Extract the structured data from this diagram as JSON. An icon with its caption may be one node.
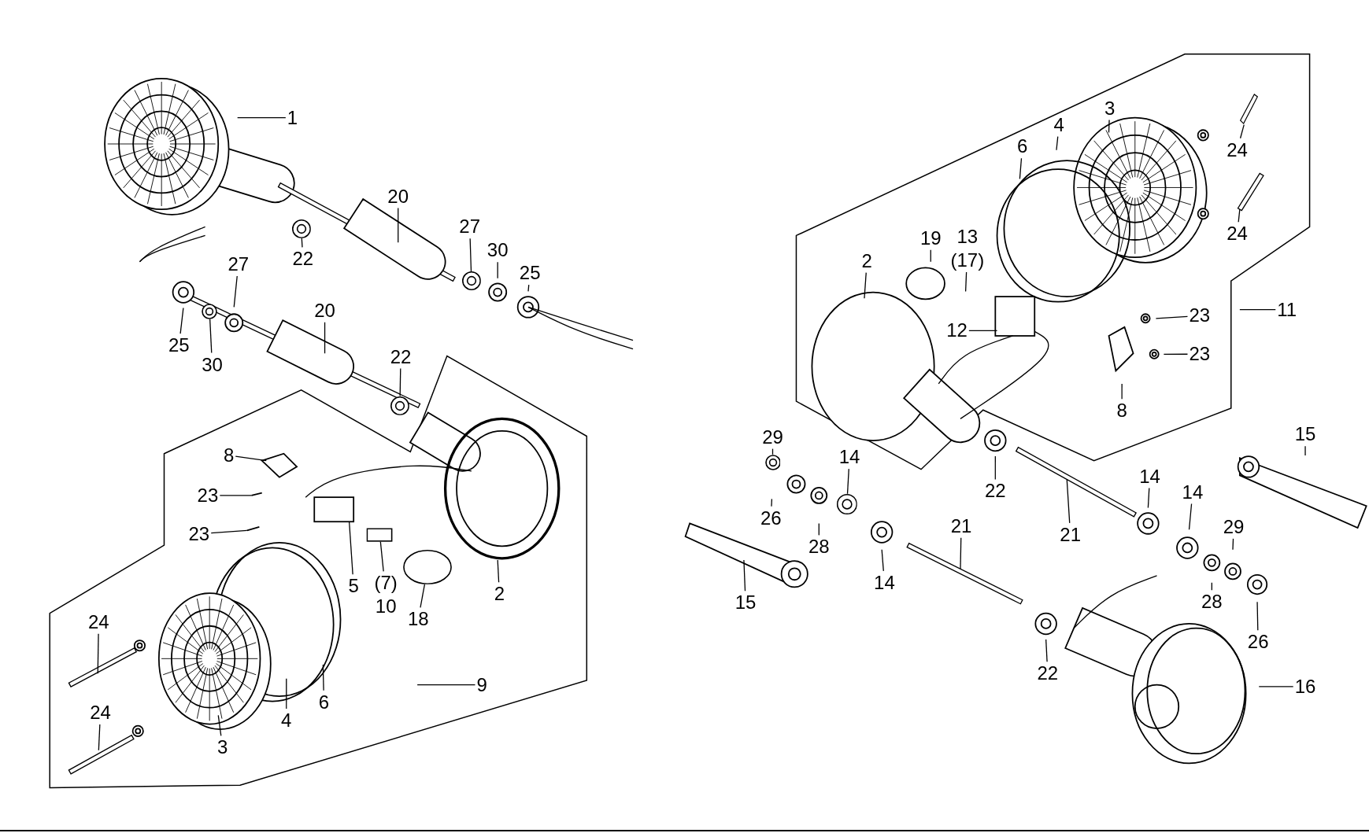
{
  "diagram": {
    "nodes": [
      {
        "text": [
          "1"
        ]
      },
      {
        "text": [
          "22"
        ]
      },
      {
        "text": [
          "20"
        ]
      },
      {
        "text": [
          "27"
        ]
      },
      {
        "text": [
          "30"
        ]
      },
      {
        "text": [
          "25"
        ]
      },
      {
        "text": [
          "27"
        ]
      },
      {
        "text": [
          "25"
        ]
      },
      {
        "text": [
          "30"
        ]
      },
      {
        "text": [
          "20"
        ]
      },
      {
        "text": [
          "22"
        ]
      },
      {
        "text": [
          "8"
        ]
      },
      {
        "text": [
          "23"
        ]
      },
      {
        "text": [
          "23"
        ]
      },
      {
        "text": [
          "5"
        ]
      },
      {
        "text": [
          "(7)",
          "10"
        ]
      },
      {
        "text": [
          "18"
        ]
      },
      {
        "text": [
          "2"
        ]
      },
      {
        "text": [
          "24"
        ]
      },
      {
        "text": [
          "24"
        ]
      },
      {
        "text": [
          "3"
        ]
      },
      {
        "text": [
          "4"
        ]
      },
      {
        "text": [
          "6"
        ]
      },
      {
        "text": [
          "9"
        ]
      },
      {
        "text": [
          "3"
        ]
      },
      {
        "text": [
          "4"
        ]
      },
      {
        "text": [
          "6"
        ]
      },
      {
        "text": [
          "19"
        ]
      },
      {
        "text": [
          "13",
          "(17)"
        ]
      },
      {
        "text": [
          "2"
        ]
      },
      {
        "text": [
          "12"
        ]
      },
      {
        "text": [
          "24"
        ]
      },
      {
        "text": [
          "24"
        ]
      },
      {
        "text": [
          "23"
        ]
      },
      {
        "text": [
          "23"
        ]
      },
      {
        "text": [
          "11"
        ]
      },
      {
        "text": [
          "8"
        ]
      },
      {
        "text": [
          "22"
        ]
      },
      {
        "text": [
          "29"
        ]
      },
      {
        "text": [
          "14"
        ]
      },
      {
        "text": [
          "26"
        ]
      },
      {
        "text": [
          "28"
        ]
      },
      {
        "text": [
          "15"
        ]
      },
      {
        "text": [
          "15"
        ]
      },
      {
        "text": [
          "14"
        ]
      },
      {
        "text": [
          "21"
        ]
      },
      {
        "text": [
          "21"
        ]
      },
      {
        "text": [
          "14"
        ]
      },
      {
        "text": [
          "14"
        ]
      },
      {
        "text": [
          "29"
        ]
      },
      {
        "text": [
          "28"
        ]
      },
      {
        "text": [
          "26"
        ]
      },
      {
        "text": [
          "22"
        ]
      },
      {
        "text": [
          "16"
        ]
      },
      {
        "text": [],
        "shape": "circle"
      },
      {
        "text": [],
        "shape": "circle"
      },
      {
        "text": [],
        "shape": "circle"
      },
      {
        "text": [],
        "shape": "circle"
      },
      {
        "text": [],
        "shape": "box"
      },
      {
        "text": [],
        "shape": "circle"
      },
      {
        "text": [],
        "shape": "bar"
      },
      {
        "text": [],
        "shape": "circle"
      },
      {
        "text": [],
        "shape": "circle"
      }
    ],
    "edges": [
      {
        "from": 0,
        "to": null,
        "arrow": "none"
      },
      {
        "from": 1,
        "to": 54,
        "arrow": "none"
      },
      {
        "from": 2,
        "to": null,
        "arrow": "none"
      },
      {
        "from": 3,
        "to": 55,
        "arrow": "none"
      },
      {
        "from": 4,
        "to": null,
        "arrow": "none"
      },
      {
        "from": 5,
        "to": null,
        "arrow": "none"
      },
      {
        "from": 6,
        "to": null,
        "arrow": "none"
      },
      {
        "from": 7,
        "to": null,
        "arrow": "none"
      },
      {
        "from": 8,
        "to": 56,
        "arrow": "none"
      },
      {
        "from": 9,
        "to": null,
        "arrow": "none"
      },
      {
        "from": 10,
        "to": 57,
        "arrow": "none"
      },
      {
        "from": 11,
        "to": null,
        "arrow": "none"
      },
      {
        "from": 12,
        "to": null,
        "arrow": "none"
      },
      {
        "from": 13,
        "to": null,
        "arrow": "none"
      },
      {
        "from": 14,
        "to": null,
        "arrow": "none"
      },
      {
        "from": 15,
        "to": 58,
        "arrow": "none"
      },
      {
        "from": 16,
        "to": 59,
        "arrow": "none"
      },
      {
        "from": 17,
        "to": null,
        "arrow": "none"
      },
      {
        "from": 18,
        "to": null,
        "arrow": "none"
      },
      {
        "from": 19,
        "to": null,
        "arrow": "none"
      },
      {
        "from": 20,
        "to": null,
        "arrow": "none"
      },
      {
        "from": 21,
        "to": null,
        "arrow": "none"
      },
      {
        "from": 22,
        "to": null,
        "arrow": "none"
      },
      {
        "from": 23,
        "to": null,
        "arrow": "none"
      },
      {
        "from": 24,
        "to": null,
        "arrow": "none"
      },
      {
        "from": 25,
        "to": null,
        "arrow": "none"
      },
      {
        "from": 26,
        "to": null,
        "arrow": "none"
      },
      {
        "from": 27,
        "to": null,
        "arrow": "none"
      },
      {
        "from": 28,
        "to": null,
        "arrow": "none"
      },
      {
        "from": 29,
        "to": null,
        "arrow": "none"
      },
      {
        "from": 30,
        "to": null,
        "arrow": "none"
      },
      {
        "from": 31,
        "to": 60,
        "arrow": "none"
      },
      {
        "from": 32,
        "to": null,
        "arrow": "none"
      },
      {
        "from": 33,
        "to": null,
        "arrow": "none"
      },
      {
        "from": 34,
        "to": null,
        "arrow": "none"
      },
      {
        "from": 35,
        "to": null,
        "arrow": "none"
      },
      {
        "from": 36,
        "to": null,
        "arrow": "none"
      },
      {
        "from": 37,
        "to": null,
        "arrow": "none"
      },
      {
        "from": 38,
        "to": 61,
        "arrow": "none"
      },
      {
        "from": 39,
        "to": 62,
        "arrow": "none"
      },
      {
        "from": 40,
        "to": null,
        "arrow": "none"
      },
      {
        "from": 41,
        "to": null,
        "arrow": "none"
      },
      {
        "from": 42,
        "to": null,
        "arrow": "none"
      },
      {
        "from": 43,
        "to": null,
        "arrow": "none"
      },
      {
        "from": 44,
        "to": null,
        "arrow": "none"
      },
      {
        "from": 45,
        "to": null,
        "arrow": "none"
      },
      {
        "from": 46,
        "to": null,
        "arrow": "none"
      },
      {
        "from": 47,
        "to": null,
        "arrow": "none"
      },
      {
        "from": 48,
        "to": null,
        "arrow": "none"
      },
      {
        "from": 49,
        "to": null,
        "arrow": "none"
      },
      {
        "from": 50,
        "to": null,
        "arrow": "none"
      },
      {
        "from": 51,
        "to": null,
        "arrow": "none"
      },
      {
        "from": 52,
        "to": null,
        "arrow": "none"
      },
      {
        "from": 53,
        "to": null,
        "arrow": "none"
      }
    ]
  }
}
